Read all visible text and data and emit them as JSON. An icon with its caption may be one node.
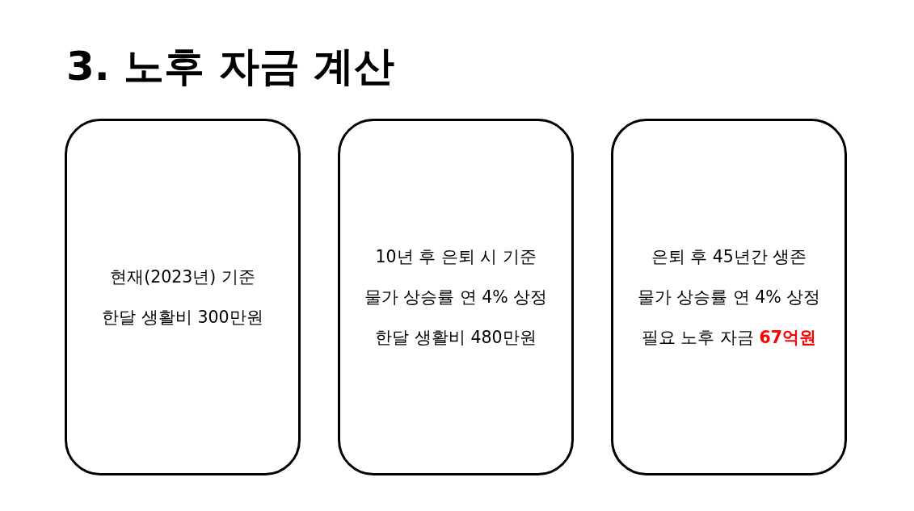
{
  "diagram": {
    "title": "3. 노후 자금 계산",
    "nodes": [
      {
        "text": [
          "현재(2023년) 기준",
          "한달 생활비 300만원"
        ]
      },
      {
        "text": [
          "10년 후 은퇴 시 기준",
          "물가 상승률 연 4% 상정",
          "한달 생활비 480만원"
        ]
      },
      {
        "text": [
          "은퇴 후 45년간 생존",
          "물가 상승률 연 4% 상정",
          "필요 노후 자금 **67억원**"
        ]
      }
    ]
  }
}
